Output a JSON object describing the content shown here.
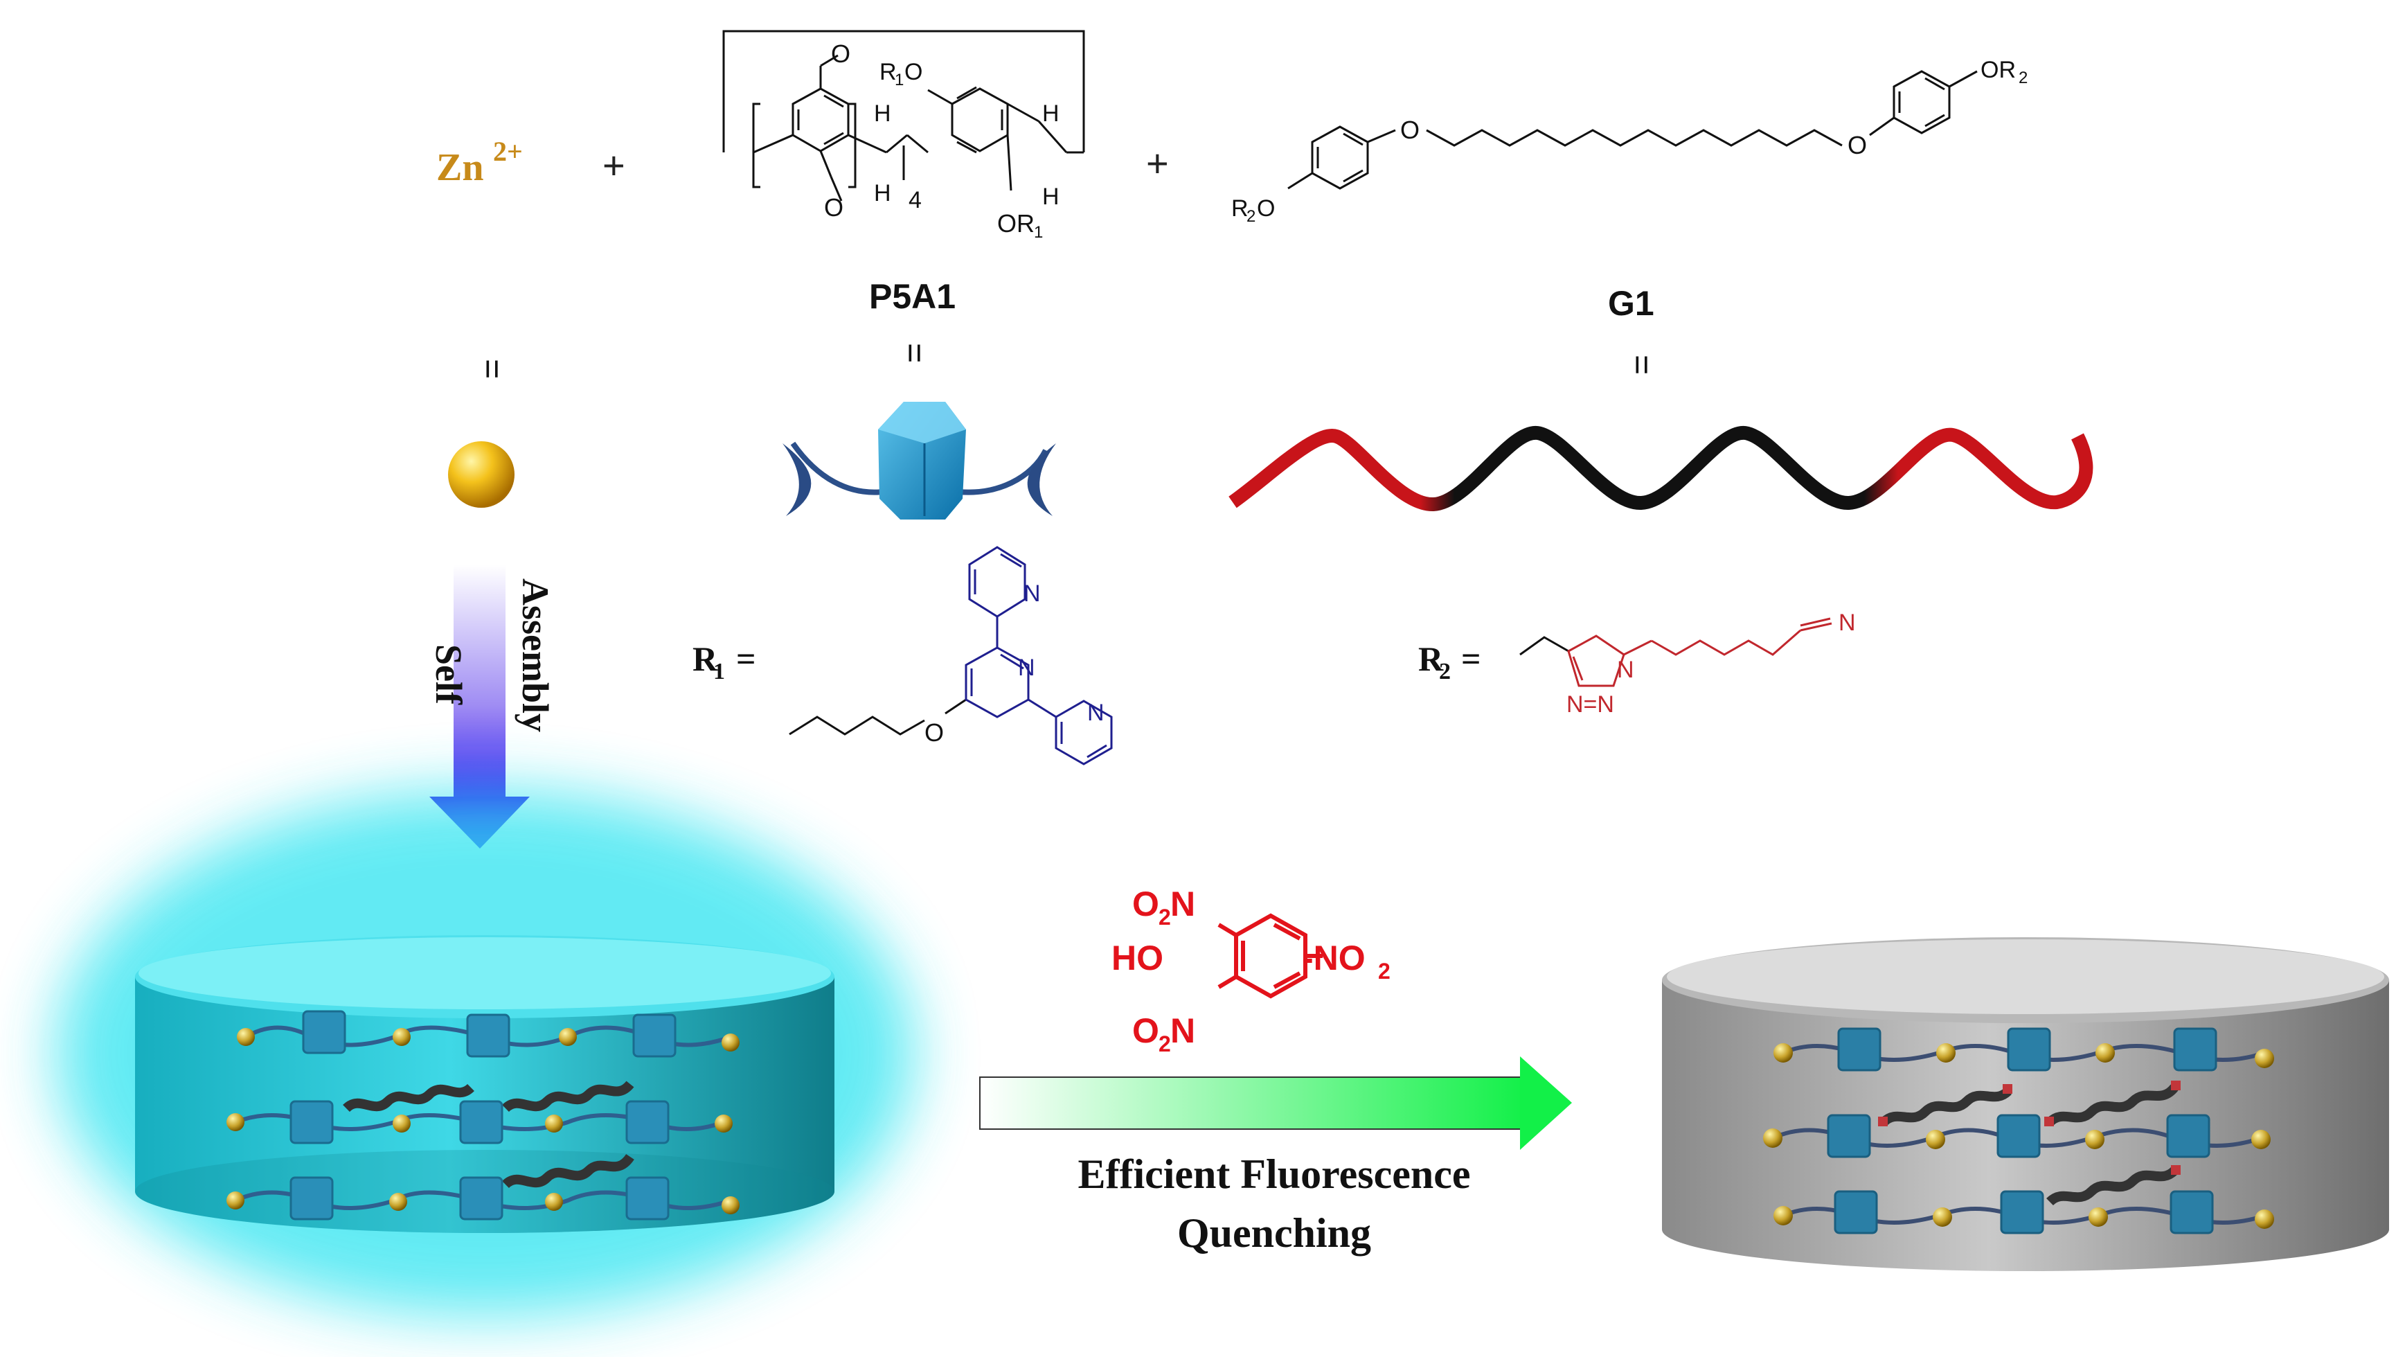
{
  "reactants": {
    "zn": {
      "base": "Zn",
      "charge": "2+"
    },
    "plus": "+",
    "p5a1": "P5A1",
    "g1": "G1",
    "equals": "="
  },
  "p5a1_structure": {
    "r1o": "R",
    "r1o_sub": "1",
    "r1o_o": "O",
    "h": "H",
    "four": "4",
    "or1_o": "OR",
    "or1_sub": "1",
    "o": "O"
  },
  "g1_structure": {
    "o": "O",
    "or2": "OR",
    "or2_sub": "2",
    "r2o": "R",
    "r2o_sub": "2",
    "r2o_o": "O"
  },
  "r1": {
    "label": "R",
    "sub": "1",
    "eq": "=",
    "n": "N",
    "o": "O"
  },
  "r2": {
    "label": "R",
    "sub": "2",
    "eq": "=",
    "n": "N",
    "ring_n": "N=N"
  },
  "self_assembly": {
    "self": "Self",
    "assembly": "Assembly"
  },
  "picric": {
    "o2n": "O",
    "o2n_sub": "2",
    "n": "N",
    "ho": "HO",
    "no2": "-NO",
    "no2_sub": "2"
  },
  "caption": {
    "line1": "Efficient Fluorescence",
    "line2": "Quenching"
  },
  "colors": {
    "zn": "#c78a1a",
    "r1": "#1f1f8f",
    "r2": "#c1272d",
    "picric": "#e3131b",
    "helix_red": "#c8141a",
    "helix_black": "#111111",
    "cyan": "#22c3d6",
    "gray": "#9a9a9a",
    "arrow_purple": "#4a2cf0",
    "arrow_green": "#1aee4e"
  },
  "icons": [
    "zinc-ion-sphere-icon",
    "pillararene-cube-icon",
    "helix-ribbon-icon"
  ]
}
